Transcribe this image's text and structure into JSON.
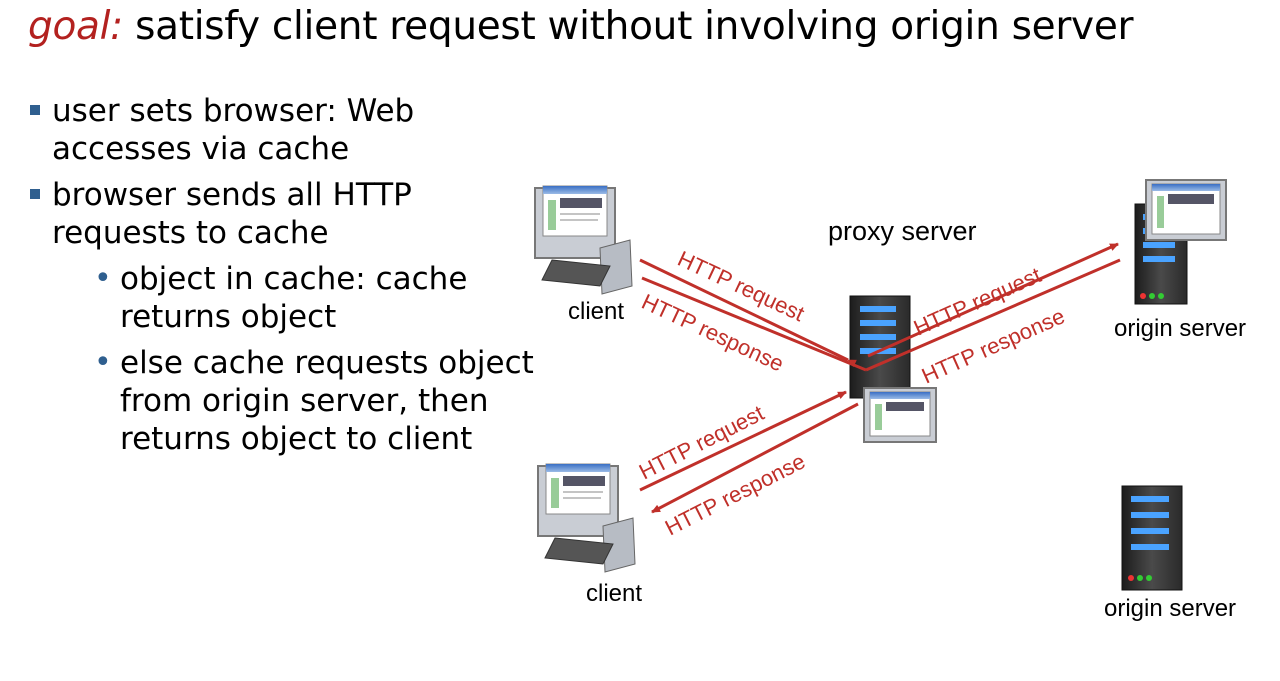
{
  "title": {
    "prefix": "goal:",
    "text": " satisfy client request without involving origin server"
  },
  "bullets": [
    {
      "text": "user sets browser: Web accesses via  cache",
      "level": 1
    },
    {
      "text": "browser sends all HTTP requests to cache",
      "level": 1
    },
    {
      "text": "object in cache: cache returns object",
      "level": 2
    },
    {
      "text": "else cache requests object from origin server, then returns object to client",
      "level": 2
    }
  ],
  "diagram": {
    "proxy_label": "proxy server",
    "client_label": "client",
    "origin_label": "origin server",
    "arrow_request": "HTTP request",
    "arrow_response": "HTTP response",
    "arrow_color": "#c0302a"
  }
}
